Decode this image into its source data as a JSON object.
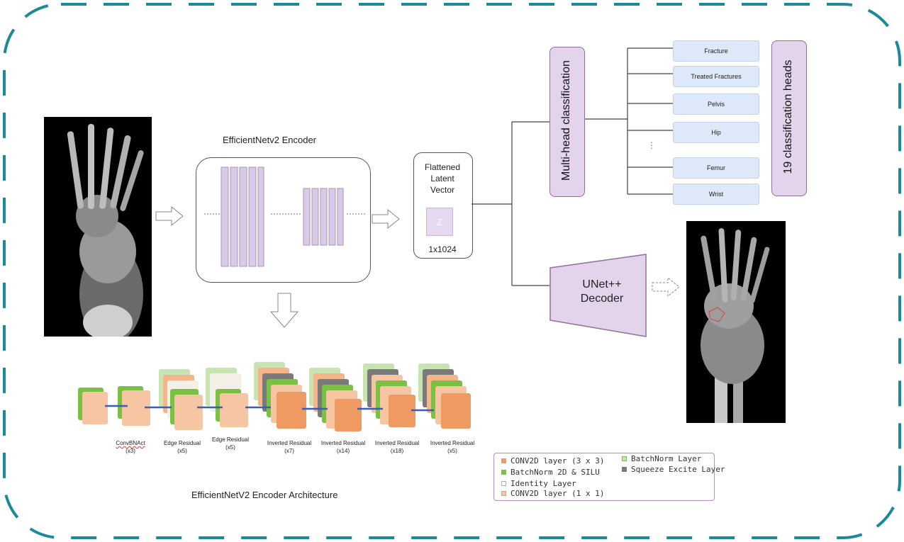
{
  "encoder": {
    "title": "EfficientNetv2 Encoder",
    "architecture_title": "EfficientNetV2 Encoder Architecture"
  },
  "latent": {
    "label_line1": "Flattened",
    "label_line2": "Latent",
    "label_line3": "Vector",
    "z_label": "Z",
    "size": "1x1024"
  },
  "classification": {
    "title": "Multi-head classification",
    "heads_title": "19 classification heads",
    "heads": [
      "Fracture",
      "Treated Fractures",
      "Pelvis",
      "Hip",
      "Femur",
      "Wrist"
    ],
    "ellipsis": "⋮"
  },
  "decoder": {
    "line1": "UNet++",
    "line2": "Decoder"
  },
  "blocks": [
    {
      "name": "ConvBNAct",
      "repeat": "(x3)"
    },
    {
      "name": "Edge Residual",
      "repeat": "(x5)"
    },
    {
      "name": "Edge Residual",
      "repeat": "(x5)"
    },
    {
      "name": "Inverted Residual",
      "repeat": "(x7)"
    },
    {
      "name": "Inverted Residual",
      "repeat": "(x14)"
    },
    {
      "name": "Inverted Residual",
      "repeat": "(x18)"
    },
    {
      "name": "Inverted Residual",
      "repeat": "(x5)"
    }
  ],
  "legend": {
    "conv3": "CONV2D layer (3 x 3)",
    "bn_silu": "BatchNorm 2D & SILU",
    "identity": "Identity  Layer",
    "conv1": "CONV2D layer (1 x 1)",
    "batchnorm": "BatchNorm Layer",
    "squeeze": "Squeeze Excite Layer"
  },
  "colors": {
    "frame": "#1a8a99",
    "conv3": "#ef9a62",
    "bn_silu": "#7ac143",
    "identity": "#f4f0e8",
    "conv1": "#f6c6a2",
    "batchnorm": "#c9e4b3",
    "squeeze": "#7a7a7a",
    "encoder_layer": "#d9cbe6",
    "pill": "#e3d4ec",
    "head_box": "#dde9f8"
  }
}
